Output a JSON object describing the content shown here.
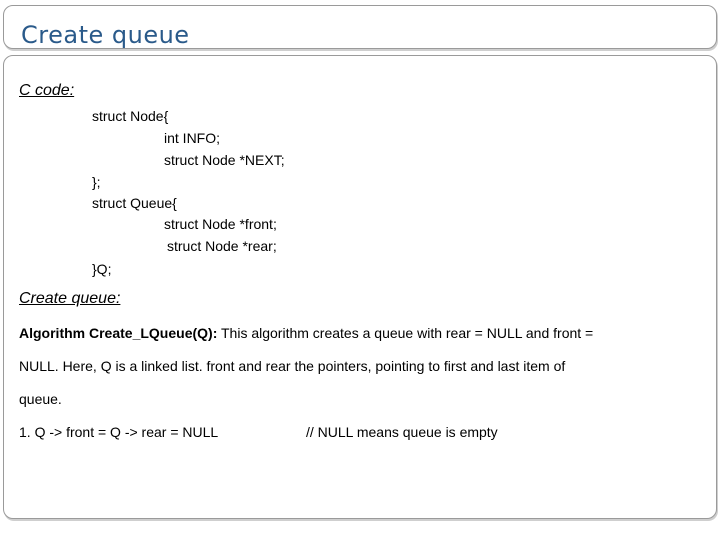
{
  "title": "Create queue",
  "section1": {
    "heading": "C code:",
    "code_lines": [
      "struct Node{",
      "int INFO;",
      "struct Node *NEXT;",
      "};",
      "struct Queue{",
      "struct Node *front;",
      "struct Node *rear;",
      "}Q;"
    ]
  },
  "section2": {
    "heading": "Create queue:",
    "algo_label": "Algorithm Create_LQueue(Q):",
    "line1_rest": " This algorithm creates a queue with rear = NULL and front =",
    "line2": "NULL. Here, Q is a linked list. front and rear the pointers, pointing to first and last item of",
    "line3": "queue.",
    "step1": "1.  Q -> front = Q -> rear = NULL",
    "step1_comment": "// NULL means queue is empty"
  }
}
